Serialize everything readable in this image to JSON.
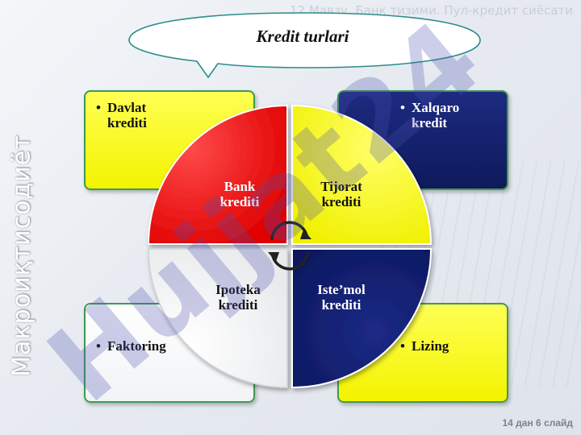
{
  "header": {
    "topic": "12 Мавзу. Банк тизими. Пул-кредит сиёсати",
    "side_title": "Макроиқтисодиёт"
  },
  "title": "Kredit turlari",
  "corner_boxes": [
    {
      "label": "Davlat\nkrediti",
      "bullet": "•",
      "color": "#ffff33"
    },
    {
      "label": "Xalqaro\nkredit",
      "bullet": "•",
      "color": "#16216d"
    },
    {
      "label": "Faktoring",
      "bullet": "•",
      "color": "#ffffff"
    },
    {
      "label": "Lizing",
      "bullet": "•",
      "color": "#ffff33"
    }
  ],
  "quadrants": [
    {
      "label": "Bank\nkrediti",
      "color": "#ff1414"
    },
    {
      "label": "Tijorat\nkrediti",
      "color": "#ffff22"
    },
    {
      "label": "Ipoteka\nkrediti",
      "color": "#ffffff"
    },
    {
      "label": "Iste’mol\nkrediti",
      "color": "#0e1c6b"
    }
  ],
  "watermark": "Hujjat24",
  "footer": {
    "slide_number": "14 дан 6 слайд"
  },
  "colors": {
    "accent_border": "#3f9a52",
    "watermark": "#5a5db8"
  }
}
